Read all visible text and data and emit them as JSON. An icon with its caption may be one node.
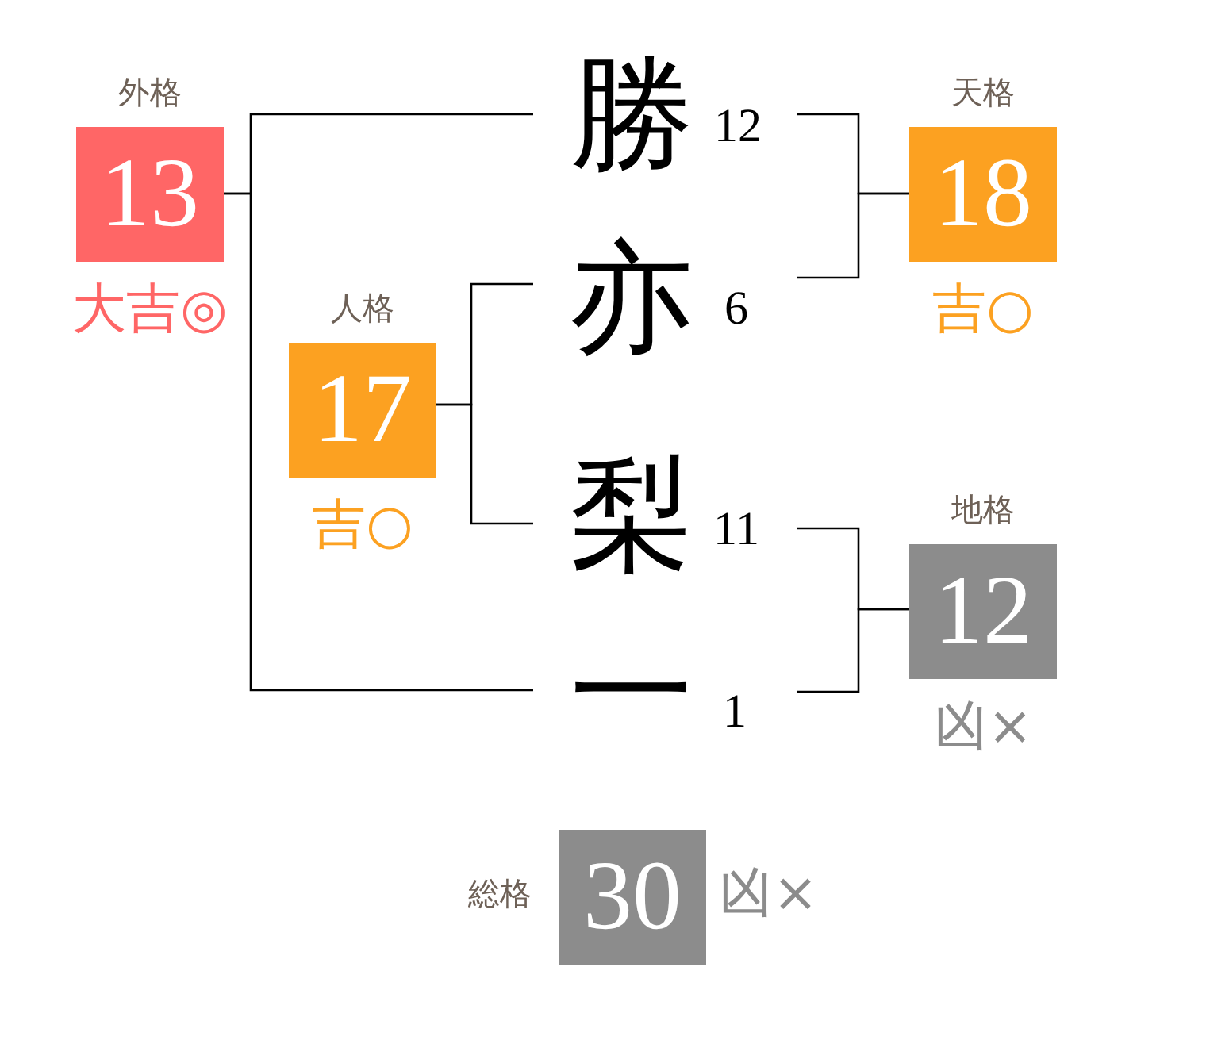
{
  "diagram": {
    "nodes": [
      {
        "text": [
          "外格",
          "13"
        ],
        "beside": [
          "大吉◎"
        ]
      },
      {
        "text": [
          "勝"
        ],
        "beside": [
          "12"
        ]
      },
      {
        "text": [
          "天格",
          "18"
        ],
        "beside": [
          "吉○"
        ]
      },
      {
        "text": [
          "亦"
        ],
        "beside": [
          "6"
        ]
      },
      {
        "text": [
          "人格",
          "17"
        ],
        "beside": [
          "吉○"
        ]
      },
      {
        "text": [
          "梨"
        ],
        "beside": [
          "11"
        ]
      },
      {
        "text": [
          "地格",
          "12"
        ],
        "beside": [
          "凶×"
        ]
      },
      {
        "text": [
          "一"
        ],
        "beside": [
          "1"
        ]
      },
      {
        "text": [
          "総格",
          "30"
        ],
        "beside": [
          "凶×"
        ]
      }
    ],
    "edges": [
      {
        "from": 1,
        "to": 0,
        "arrow": "none"
      },
      {
        "from": 7,
        "to": 0,
        "arrow": "none"
      },
      {
        "from": 1,
        "to": 2,
        "arrow": "none"
      },
      {
        "from": 3,
        "to": 2,
        "arrow": "none"
      },
      {
        "from": 3,
        "to": 4,
        "arrow": "none"
      },
      {
        "from": 5,
        "to": 4,
        "arrow": "none"
      },
      {
        "from": 5,
        "to": 6,
        "arrow": "none"
      },
      {
        "from": 7,
        "to": 6,
        "arrow": "none"
      }
    ]
  }
}
